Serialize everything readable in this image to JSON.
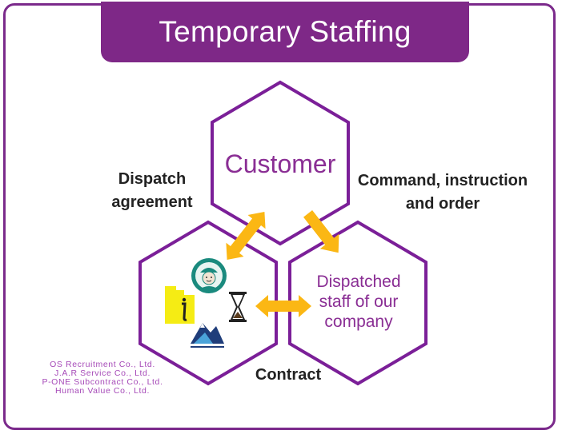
{
  "title": "Temporary Staffing",
  "nodes": {
    "customer": "Customer",
    "staff_lines": [
      "Dispatched",
      "staff of our",
      "company"
    ]
  },
  "edges": {
    "dispatch_agreement": [
      "Dispatch",
      "agreement"
    ],
    "command": [
      "Command, instruction",
      "and order"
    ],
    "contract": "Contract"
  },
  "companies": [
    "OS Recruitment Co., Ltd.",
    "J.A.R Service Co., Ltd.",
    "P-ONE Subcontract Co., Ltd.",
    "Human Value Co., Ltd."
  ],
  "logos": [
    "avatar-logo",
    "yellow-i-logo",
    "hourglass-logo",
    "mountain-logo"
  ],
  "colors": {
    "purple": "#7e2887",
    "hex_stroke": "#7b1f98",
    "node_text": "#8a2e94",
    "arrow": "#fbb714",
    "company_text": "#a64ab8"
  }
}
